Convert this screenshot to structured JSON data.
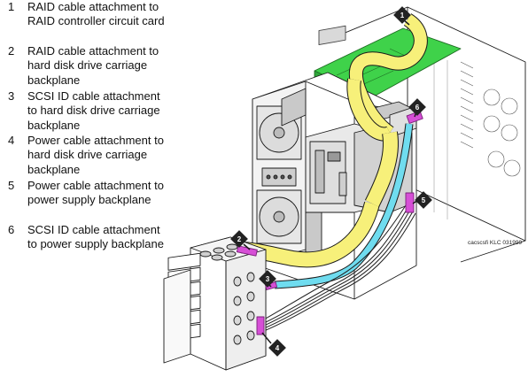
{
  "legend": [
    {
      "number": "1",
      "text": "RAID cable attachment to RAID controller circuit card"
    },
    {
      "number": "2",
      "text": "RAID cable attachment to hard disk drive carriage backplane"
    },
    {
      "number": "3",
      "text": "SCSI ID cable attachment to hard disk drive carriage backplane"
    },
    {
      "number": "4",
      "text": "Power cable attachment to hard disk drive carriage backplane"
    },
    {
      "number": "5",
      "text": "Power cable attachment to power supply backplane"
    },
    {
      "number": "6",
      "text": "SCSI ID cable attachment to power supply backplane"
    }
  ],
  "callouts": [
    "1",
    "2",
    "3",
    "4",
    "5",
    "6"
  ],
  "figure_code": "cacscsfi KLC 031999",
  "colors": {
    "raid_cable": "#f7f07a",
    "scsi_cable": "#6fdcef",
    "circuit_card": "#3fd24a",
    "connector": "#d64fd6",
    "callout": "#222222",
    "line": "#1a1a1a",
    "gray_panel": "#c9c9c9"
  }
}
